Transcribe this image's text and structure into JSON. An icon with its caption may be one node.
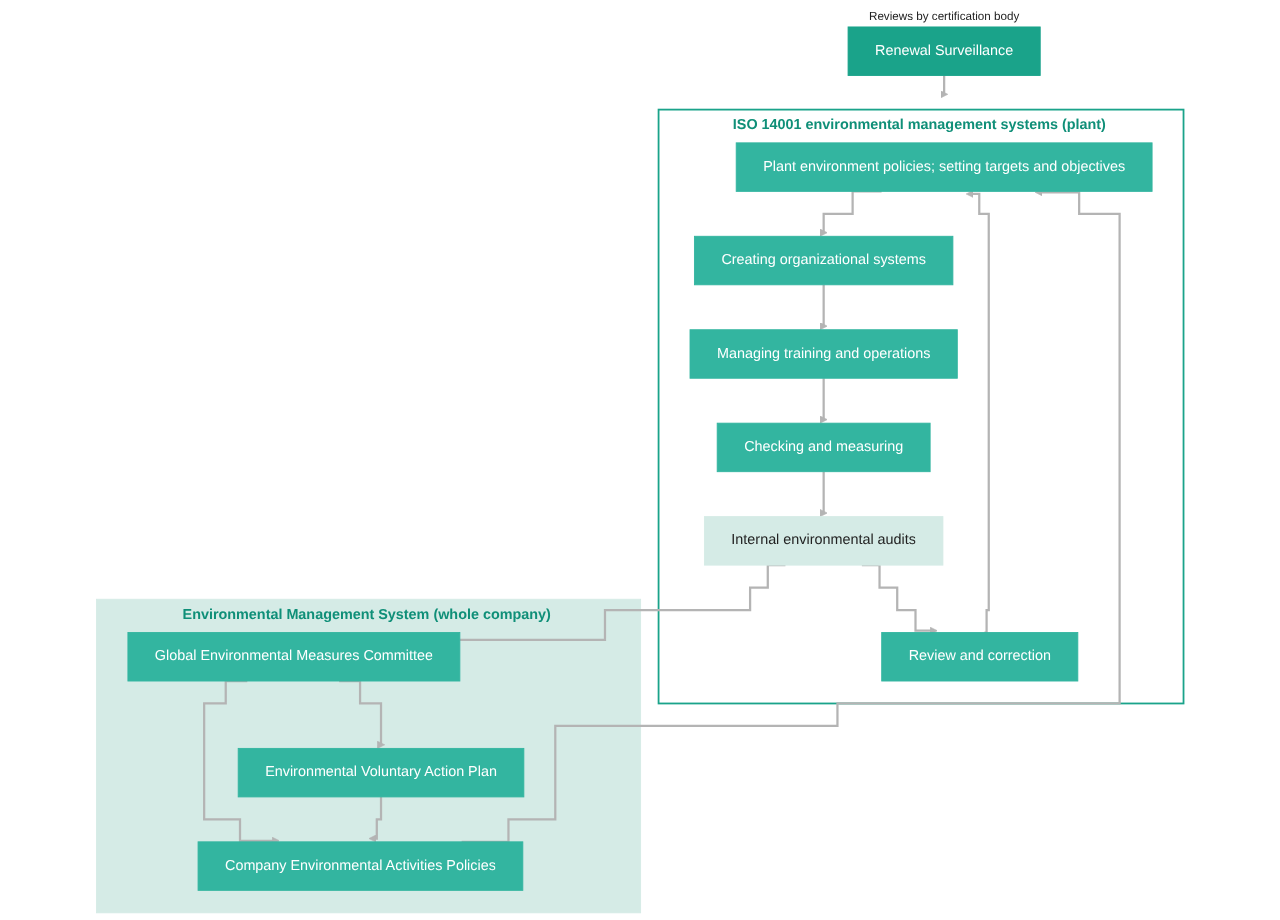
{
  "diagram": {
    "nodes": [
      {
        "text": [
          "ISO 14001 environmental management systems (plant)"
        ]
      },
      {
        "text": [
          "Plant environment policies; setting targets and objectives"
        ],
        "in": 0
      },
      {
        "text": [
          "Creating organizational systems"
        ],
        "in": 0
      },
      {
        "text": [
          "Managing training and operations"
        ],
        "in": 0
      },
      {
        "text": [
          "Checking and measuring"
        ],
        "in": 0
      },
      {
        "text": [
          "Internal environmental audits"
        ],
        "in": 0
      },
      {
        "text": [
          "Review and correction"
        ],
        "in": 0
      },
      {
        "text": [
          "Renewal Surveillance"
        ],
        "beside": [
          "Reviews by certification body"
        ]
      },
      {
        "text": [
          "Environmental Management System (whole company)"
        ]
      },
      {
        "text": [
          "Global Environmental Measures Committee"
        ],
        "in": 8
      },
      {
        "text": [
          "Company Environmental Activities Policies"
        ],
        "in": 8
      },
      {
        "text": [
          "Environmental Voluntary Action Plan"
        ],
        "in": 8
      }
    ],
    "edges": [
      {
        "from": 1,
        "to": 2,
        "arrow": "to"
      },
      {
        "from": 2,
        "to": 3,
        "arrow": "to"
      },
      {
        "from": 3,
        "to": 4,
        "arrow": "to"
      },
      {
        "from": 4,
        "to": 5,
        "arrow": "to"
      },
      {
        "from": 5,
        "to": 6,
        "arrow": "to"
      },
      {
        "from": 6,
        "to": 1,
        "arrow": "to"
      },
      {
        "from": 7,
        "to": 0,
        "arrow": "to"
      },
      {
        "from": 5,
        "to": 9,
        "arrow": "none"
      },
      {
        "from": 9,
        "to": 10,
        "arrow": "to"
      },
      {
        "from": 9,
        "to": 11,
        "arrow": "to"
      },
      {
        "from": 11,
        "to": 10,
        "arrow": "to"
      },
      {
        "from": 10,
        "to": 1,
        "arrow": "to"
      }
    ]
  }
}
